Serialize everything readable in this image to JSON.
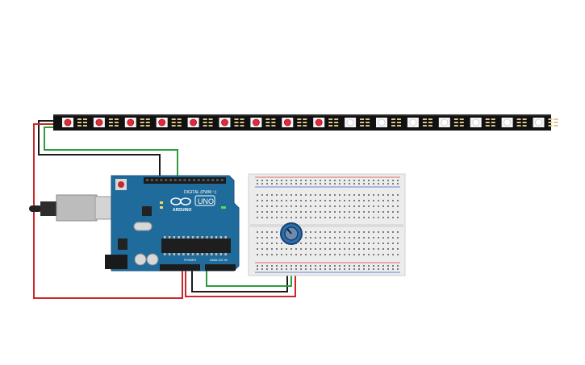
{
  "canvas": {
    "background": "#ffffff"
  },
  "led_strip": {
    "pixel_count": 16,
    "lit_count": 9,
    "lit_color": "#e8283a",
    "off_color": "#ffffff",
    "strip_color": "#111111"
  },
  "arduino": {
    "logo_text": "ARDUINO",
    "model_text": "UNO",
    "digital_label": "DIGITAL (PWM ~)",
    "power_label": "POWER",
    "analog_label": "ANALOG IN",
    "board_color": "#1f6c9c"
  },
  "breadboard": {
    "body_color": "#ececec"
  },
  "potentiometer": {
    "knob_color": "#2a6fb0"
  },
  "wires": {
    "red": "#c8282a",
    "black": "#1a1a1a",
    "green": "#2c9c3c"
  }
}
